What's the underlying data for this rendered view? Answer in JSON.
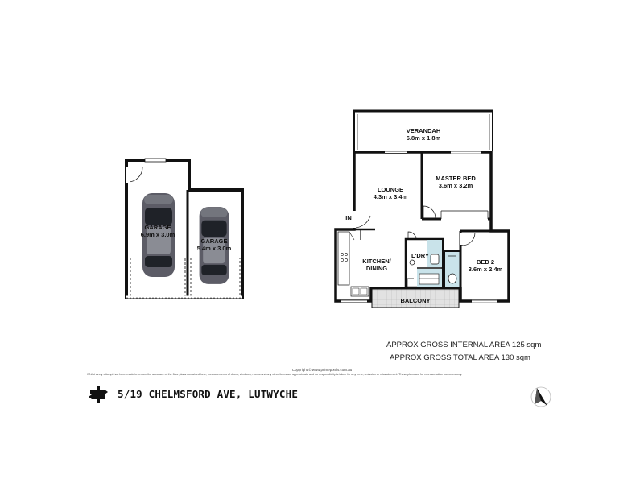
{
  "rooms": {
    "garage1": {
      "name": "GARAGE",
      "size": "6.9m x 3.0m"
    },
    "garage2": {
      "name": "GARAGE",
      "size": "5.4m x 3.0m"
    },
    "verandah": {
      "name": "VERANDAH",
      "size": "6.8m x 1.8m"
    },
    "lounge": {
      "name": "LOUNGE",
      "size": "4.3m x 3.4m"
    },
    "master_bed": {
      "name": "MASTER BED",
      "size": "3.6m x 3.2m"
    },
    "kitchen": {
      "name": "KITCHEN/",
      "name2": "DINING"
    },
    "laundry": {
      "name": "L'DRY"
    },
    "bed2": {
      "name": "BED 2",
      "size": "3.6m x 2.4m"
    },
    "balcony": {
      "name": "BALCONY"
    },
    "entry": {
      "name": "IN"
    }
  },
  "areas": {
    "internal": "APPROX GROSS INTERNAL AREA 125 sqm",
    "total": "APPROX GROSS TOTAL AREA 130 sqm"
  },
  "footer": {
    "copyright": "Copyright © www.primepixels.com.au",
    "disclaimer": "Whilst every attempt has been made to ensure the accuracy of the floor plans contained here, measurements of doors, windows, rooms and any other items are approximate and no responsibility is taken for any error, omission or misstatement. These plans are for representation purposes only.",
    "address": "5/19 CHELMSFORD AVE, LUTWYCHE"
  },
  "icons": {
    "signpost": "signpost-icon",
    "compass": "north-arrow-icon",
    "car": "car-icon"
  },
  "colors": {
    "wall": "#111111",
    "wet_area": "#c9e3ea",
    "balcony": "#dcdcdc"
  }
}
